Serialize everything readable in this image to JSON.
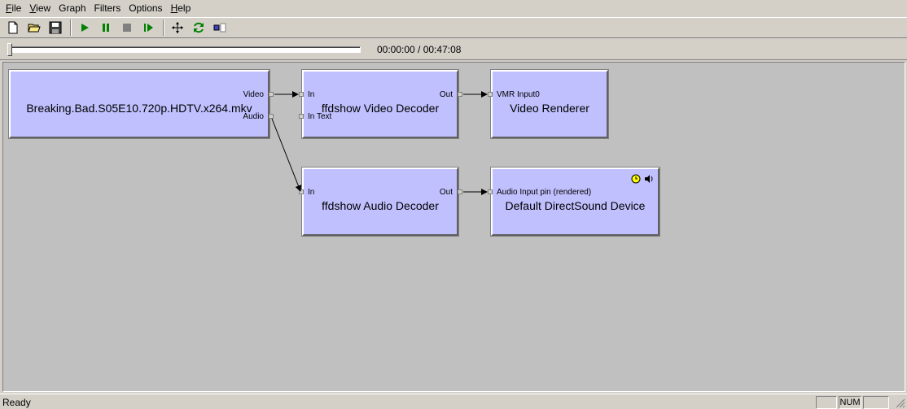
{
  "menu": {
    "file": "File",
    "view": "View",
    "graph": "Graph",
    "filters": "Filters",
    "options": "Options",
    "help": "Help"
  },
  "toolbar": {
    "icons": [
      "new-file-icon",
      "open-folder-icon",
      "save-disk-icon",
      "play-icon",
      "pause-icon",
      "stop-icon",
      "step-frame-icon",
      "seek-arrows-icon",
      "refresh-icon",
      "fullscreen-toggle-icon"
    ]
  },
  "playback": {
    "time": "00:00:00 / 00:47:08",
    "progress": 0
  },
  "graph": {
    "filters": {
      "source": {
        "name": "Breaking.Bad.S05E10.720p.HDTV.x264.mkv",
        "pins": {
          "video": "Video",
          "audio": "Audio"
        }
      },
      "video_decoder": {
        "name": "ffdshow Video Decoder",
        "pins": {
          "in": "In",
          "in_text": "In Text",
          "out": "Out"
        }
      },
      "video_renderer": {
        "name": "Video Renderer",
        "pins": {
          "in": "VMR Input0"
        }
      },
      "audio_decoder": {
        "name": "ffdshow Audio Decoder",
        "pins": {
          "in": "In",
          "out": "Out"
        }
      },
      "audio_renderer": {
        "name": "Default DirectSound Device",
        "pins": {
          "in": "Audio Input pin (rendered)"
        }
      }
    }
  },
  "status": {
    "text": "Ready",
    "num": "NUM"
  },
  "colors": {
    "filter_fill": "#c0c0ff",
    "canvas": "#c0c0c0",
    "chrome": "#d4d0c8"
  }
}
